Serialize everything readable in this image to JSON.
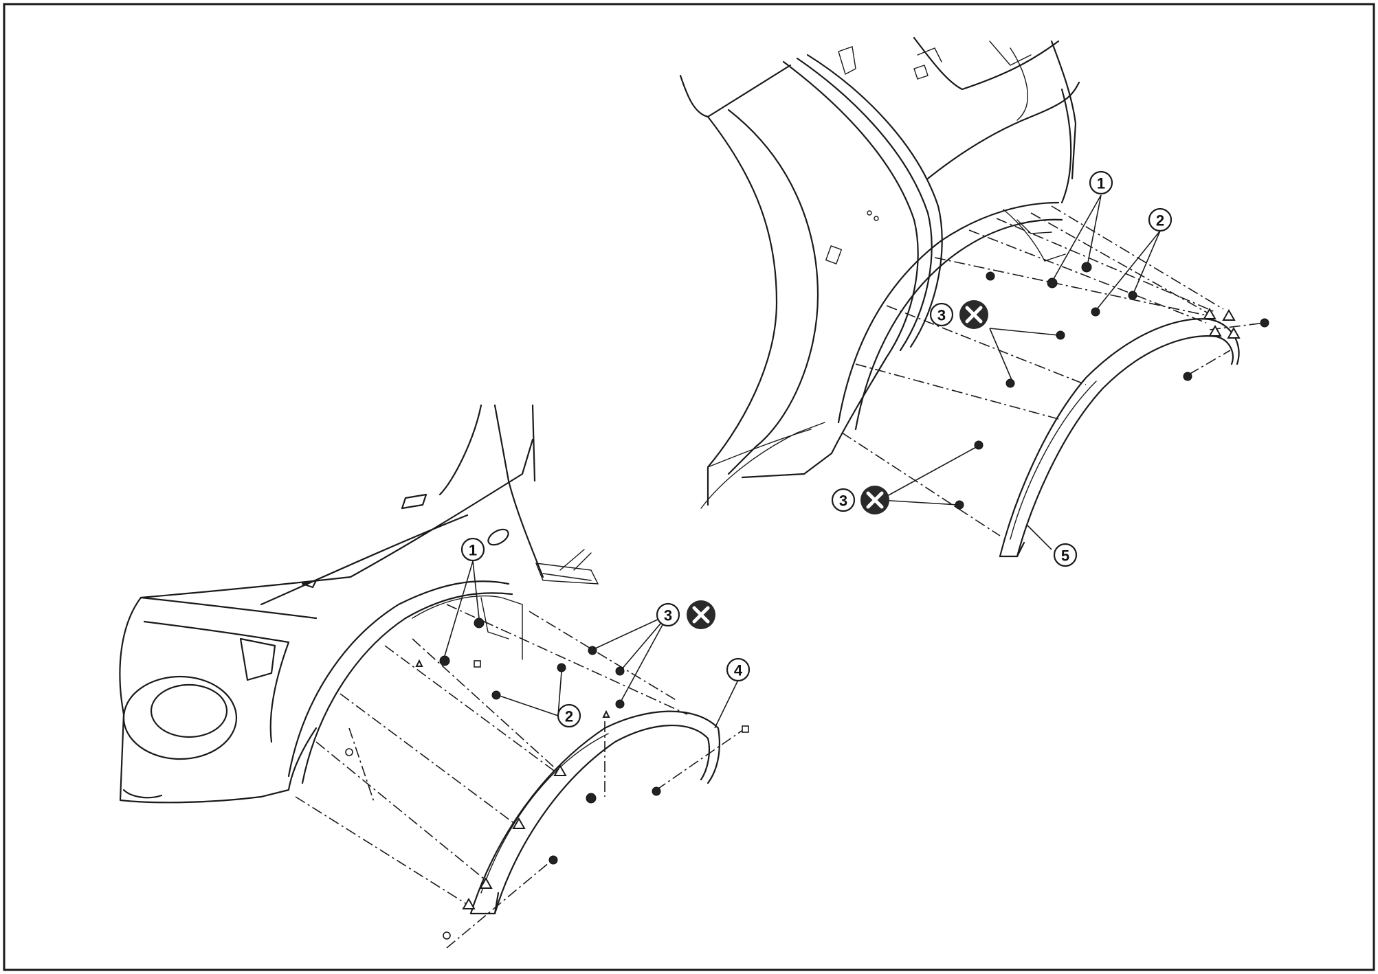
{
  "callouts": {
    "c1": "1",
    "c2": "2",
    "c3": "3",
    "c4": "4",
    "c5": "5"
  },
  "icons": {
    "do_not_reuse": "circled-x-icon",
    "clip_triangle": "triangle-marker-icon",
    "clip_square": "square-marker-icon",
    "clip_circle": "circle-marker-icon"
  },
  "colors": {
    "line": "#1a1a1a",
    "background": "#ffffff"
  }
}
